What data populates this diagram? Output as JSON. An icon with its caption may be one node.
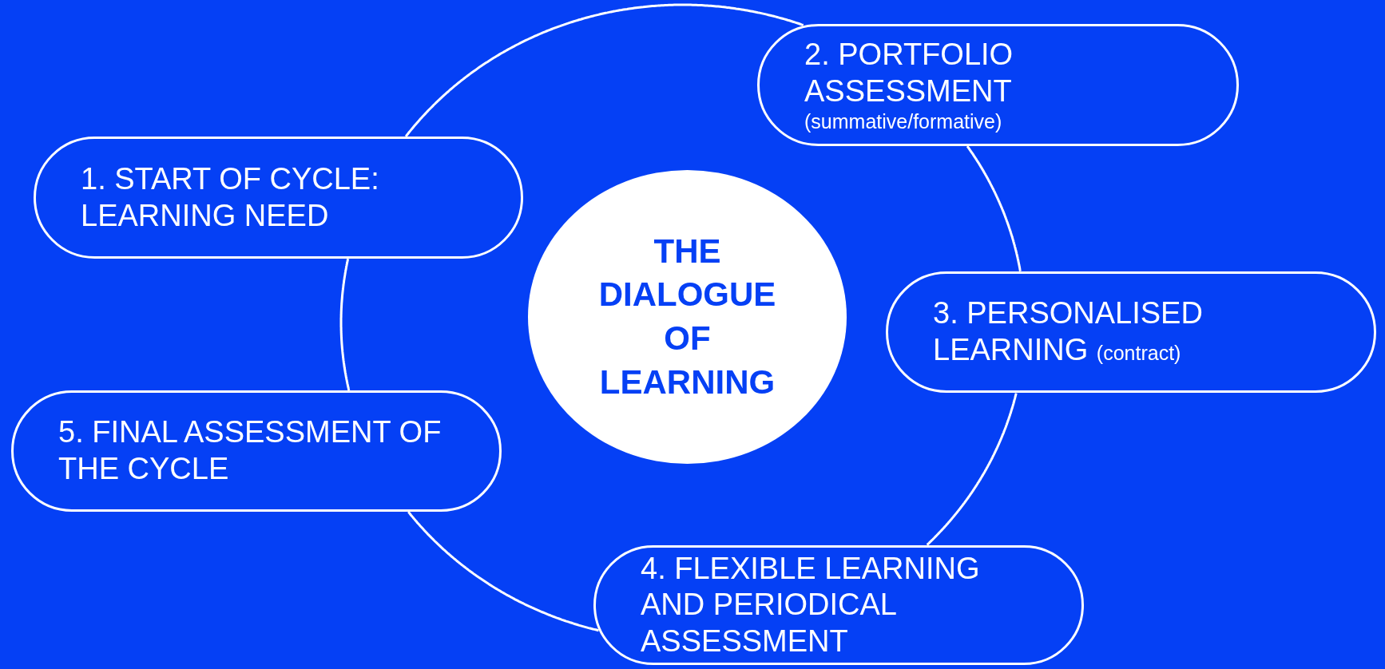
{
  "diagram": {
    "nodes": [
      {
        "text": [
          "THE DIALOGUE OF LEARNING"
        ]
      },
      {
        "text": [
          "1. START OF CYCLE: LEARNING NEED"
        ]
      },
      {
        "text": [
          "2. PORTFOLIO ASSESSMENT",
          "(summative/formative)"
        ]
      },
      {
        "text": [
          "3. PERSONALISED LEARNING",
          "(contract)"
        ]
      },
      {
        "text": [
          "4. FLEXIBLE LEARNING AND PERIODICAL ASSESSMENT"
        ]
      },
      {
        "text": [
          "5. FINAL ASSESSMENT OF THE CYCLE"
        ]
      }
    ],
    "edges": [
      {
        "from": 1,
        "to": 2,
        "arrow": "none"
      },
      {
        "from": 2,
        "to": 3,
        "arrow": "none"
      },
      {
        "from": 3,
        "to": 4,
        "arrow": "none"
      },
      {
        "from": 4,
        "to": 5,
        "arrow": "none"
      },
      {
        "from": 5,
        "to": 1,
        "arrow": "none"
      }
    ]
  }
}
